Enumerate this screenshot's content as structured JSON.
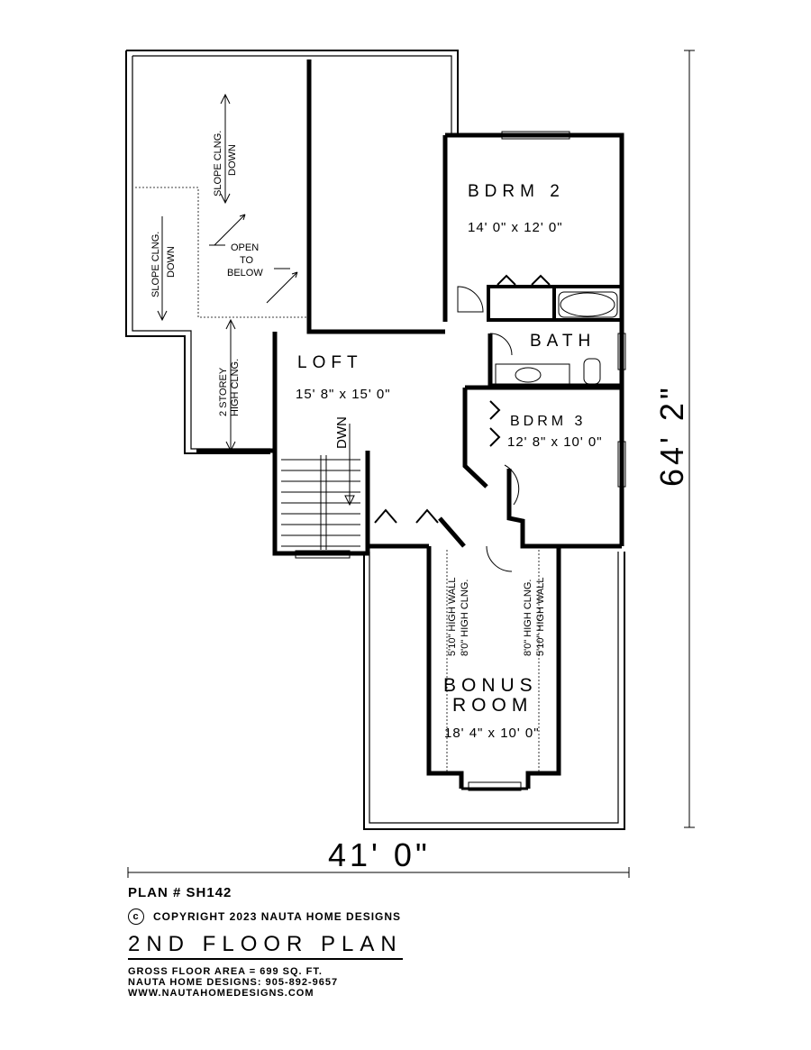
{
  "plan": {
    "rooms": [
      {
        "key": "bdrm2",
        "name": "BDRM 2",
        "size": "14' 0\" x 12' 0\""
      },
      {
        "key": "bath",
        "name": "BATH"
      },
      {
        "key": "loft",
        "name": "LOFT",
        "size": "15' 8\" x 15' 0\""
      },
      {
        "key": "bdrm3",
        "name": "BDRM 3",
        "size": "12' 8\" x 10' 0\""
      },
      {
        "key": "bonus",
        "name_line1": "BONUS",
        "name_line2": "ROOM",
        "size": "18' 4\" x 10' 0\""
      }
    ],
    "notes": {
      "slope_top_1": "SLOPE CLNG.",
      "slope_top_2": "DOWN",
      "slope_left_1": "SLOPE CLNG.",
      "slope_left_2": "DOWN",
      "open_1": "OPEN",
      "open_2": "TO",
      "open_3": "BELOW",
      "storey_1": "2 STOREY",
      "storey_2": "HIGH CLNG.",
      "dwn": "DWN",
      "bonus_left_1": "5'10\" HIGH WALL",
      "bonus_left_2": "8'0\" HIGH CLNG.",
      "bonus_right_1": "8'0\" HIGH CLNG.",
      "bonus_right_2": "5'10\" HIGH WALL"
    },
    "dimensions": {
      "width": "41' 0\"",
      "depth": "64' 2\""
    }
  },
  "footer": {
    "plan_number": "PLAN # SH142",
    "copyright_symbol": "c",
    "copyright": "COPYRIGHT 2023 NAUTA HOME DESIGNS",
    "title": "2ND FLOOR PLAN",
    "area": "GROSS FLOOR AREA  =  699  SQ. FT.",
    "phone": "NAUTA HOME DESIGNS:  905-892-9657",
    "website": "WWW.NAUTAHOMEDESIGNS.COM"
  }
}
